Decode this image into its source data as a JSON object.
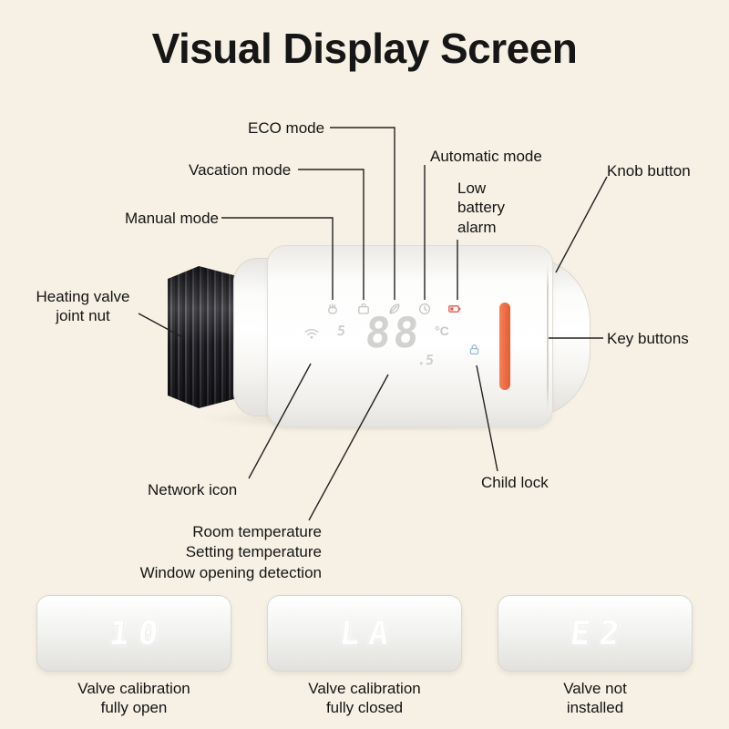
{
  "title": "Visual Display Screen",
  "labels": {
    "eco": "ECO mode",
    "vacation": "Vacation mode",
    "manual": "Manual mode",
    "automatic": "Automatic mode",
    "low_battery": "Low battery alarm",
    "knob": "Knob button",
    "joint_nut": "Heating valve joint nut",
    "key_buttons": "Key buttons",
    "network": "Network icon",
    "child_lock": "Child lock",
    "room_temp": "Room temperature",
    "setting_temp": "Setting temperature",
    "window_detection": "Window opening detection"
  },
  "display": {
    "setting_digit": "5",
    "room_temp_digits": "88",
    "decimal_digits": ".5",
    "unit": "°C"
  },
  "panels": [
    {
      "code": "10",
      "line1": "Valve calibration",
      "line2": "fully open"
    },
    {
      "code": "LA",
      "line1": "Valve calibration",
      "line2": "fully closed"
    },
    {
      "code": "E2",
      "line1": "Valve not",
      "line2": "installed"
    }
  ],
  "colors": {
    "background": "#f6f1e4",
    "accent_stripe": "#e96a3f",
    "battery_alarm": "#e0574a",
    "child_lock_icon": "#93b9dd",
    "display_segments": "#d2d2d0"
  }
}
